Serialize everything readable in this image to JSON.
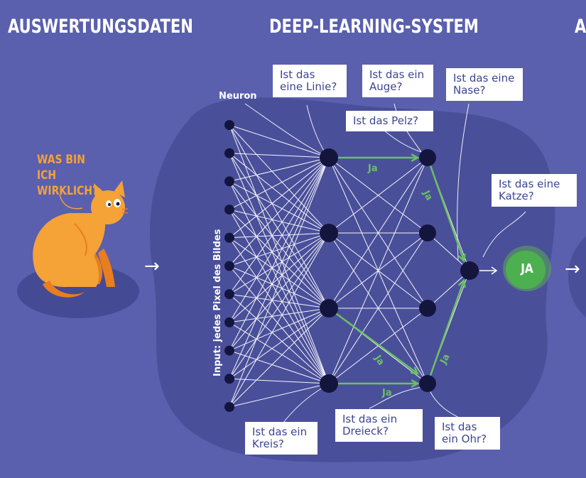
{
  "headings": {
    "left": "AUSWERTUNGSDATEN",
    "center": "DEEP-LEARNING-SYSTEM",
    "right_partial": "A"
  },
  "cat": {
    "speech": "WAS BIN ICH WIRKLICH?"
  },
  "network": {
    "neuron_label": "Neuron",
    "input_label": "Input: jedes Pixel des Bildes",
    "edge_label": "Ja",
    "questions": {
      "linie": "Ist das eine Linie?",
      "auge": "Ist das ein Auge?",
      "nase": "Ist das eine Nase?",
      "pelz": "Ist das Pelz?",
      "katze": "Ist das eine Katze?",
      "kreis": "Ist das ein Kreis?",
      "dreieck": "Ist das ein Dreieck?",
      "ohr": "Ist das ein Ohr?"
    }
  },
  "result": {
    "label": "JA"
  },
  "colors": {
    "background": "#5a5fae",
    "panel": "#4a4f9a",
    "neuron": "#14153d",
    "active_edge": "#6bc063",
    "cat_orange": "#f5a236",
    "question_text": "#3c4593",
    "result_green": "#4caf50"
  }
}
